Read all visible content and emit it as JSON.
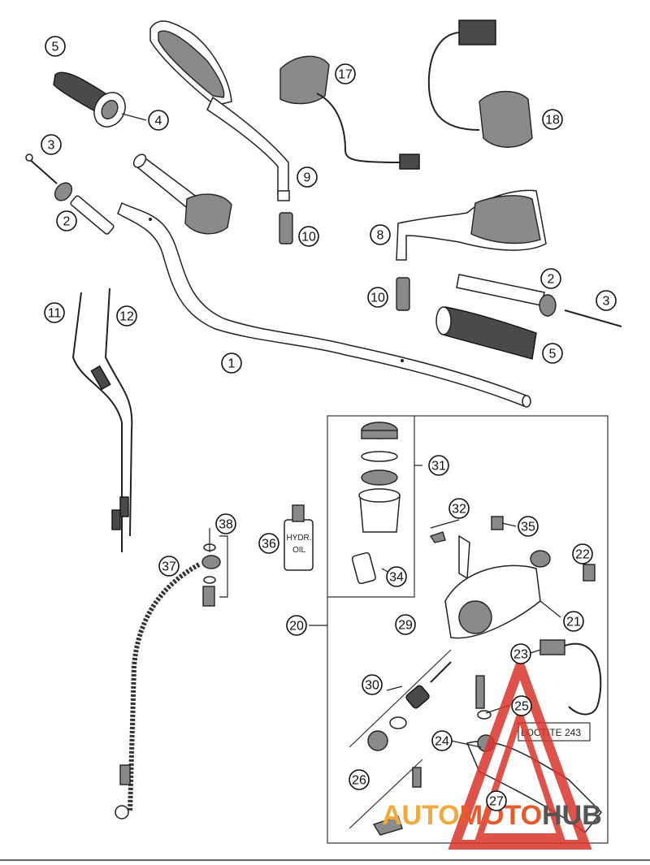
{
  "callouts": [
    {
      "label": "1"
    },
    {
      "label": "2"
    },
    {
      "label": "2"
    },
    {
      "label": "3"
    },
    {
      "label": "3"
    },
    {
      "label": "4"
    },
    {
      "label": "5"
    },
    {
      "label": "5"
    },
    {
      "label": "8"
    },
    {
      "label": "9"
    },
    {
      "label": "10"
    },
    {
      "label": "10"
    },
    {
      "label": "11"
    },
    {
      "label": "12"
    },
    {
      "label": "17"
    },
    {
      "label": "18"
    },
    {
      "label": "20"
    },
    {
      "label": "21"
    },
    {
      "label": "22"
    },
    {
      "label": "23"
    },
    {
      "label": "24"
    },
    {
      "label": "25"
    },
    {
      "label": "26"
    },
    {
      "label": "27"
    },
    {
      "label": "29"
    },
    {
      "label": "30"
    },
    {
      "label": "31"
    },
    {
      "label": "32"
    },
    {
      "label": "34"
    },
    {
      "label": "35"
    },
    {
      "label": "36"
    },
    {
      "label": "37"
    },
    {
      "label": "38"
    }
  ],
  "oil_bottle": {
    "line1": "HYDR.",
    "line2": "OIL"
  },
  "loctite_label": "LOCTITE 243",
  "watermark": {
    "part1": "AUTO",
    "part2": "MOTO",
    "part3": "HUB",
    "colors": [
      "#f2a93b",
      "#e85a2a",
      "#555555"
    ],
    "icon": "triangle-logo-icon"
  }
}
